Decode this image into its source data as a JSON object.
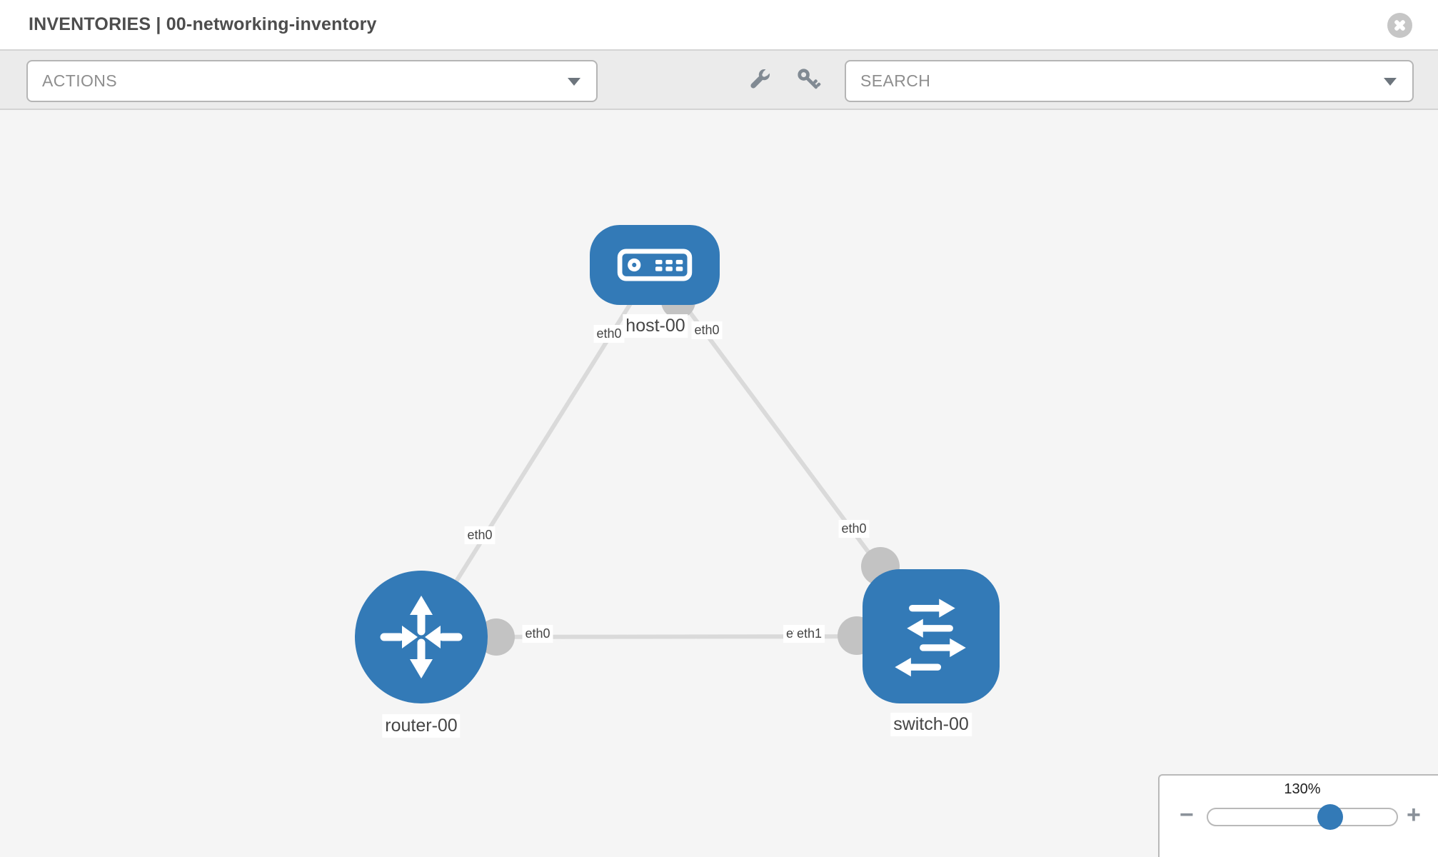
{
  "header": {
    "title": "INVENTORIES | 00-networking-inventory"
  },
  "toolbar": {
    "actions_label": "ACTIONS",
    "search_label": "SEARCH",
    "icon_buttons": [
      "wrench-icon",
      "key-icon"
    ]
  },
  "topology": {
    "nodes": [
      {
        "label": "host-00",
        "type": "host"
      },
      {
        "label": "router-00",
        "type": "router"
      },
      {
        "label": "switch-00",
        "type": "switch"
      }
    ],
    "links": [
      {
        "from": "host-00",
        "to": "router-00",
        "from_if": "eth0",
        "to_if": "eth0"
      },
      {
        "from": "host-00",
        "to": "switch-00",
        "from_if": "eth0",
        "to_if": "eth0"
      },
      {
        "from": "router-00",
        "to": "switch-00",
        "from_if": "eth0",
        "to_if": "eth1"
      }
    ],
    "labels": {
      "host": "host-00",
      "router": "router-00",
      "switch": "switch-00",
      "host_if_left": "eth0",
      "host_if_right": "eth0",
      "router_if_top": "eth0",
      "router_if_right": "eth0",
      "switch_if_top": "eth0",
      "switch_if_left_back": "eth0",
      "switch_if_left_front": "eth1"
    }
  },
  "zoom_control": {
    "percent": "130%",
    "minus": "−",
    "plus": "+"
  },
  "colors": {
    "node_blue": "#337ab7",
    "interface_gray": "#c3c3c3",
    "link_gray": "#dadada",
    "canvas_bg": "#f5f5f5"
  }
}
